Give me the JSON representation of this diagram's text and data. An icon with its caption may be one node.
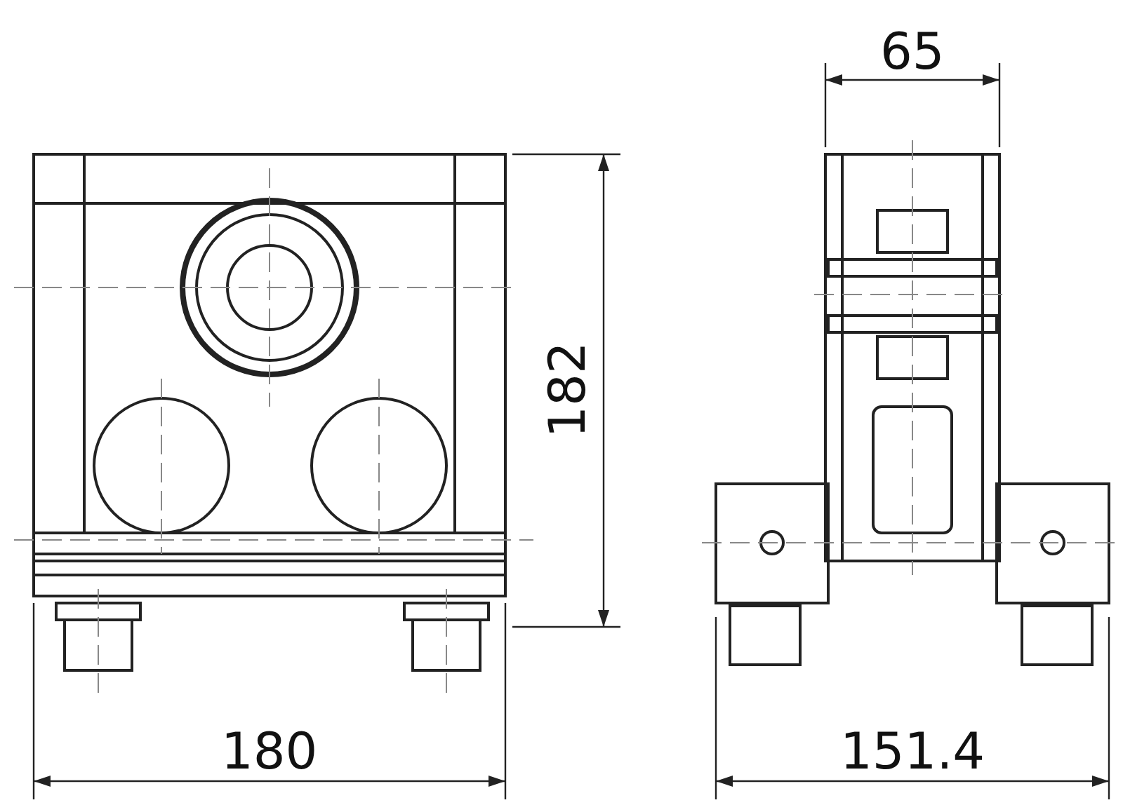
{
  "diagram": {
    "labels": [
      "65",
      "182",
      "180",
      "151.4"
    ]
  }
}
